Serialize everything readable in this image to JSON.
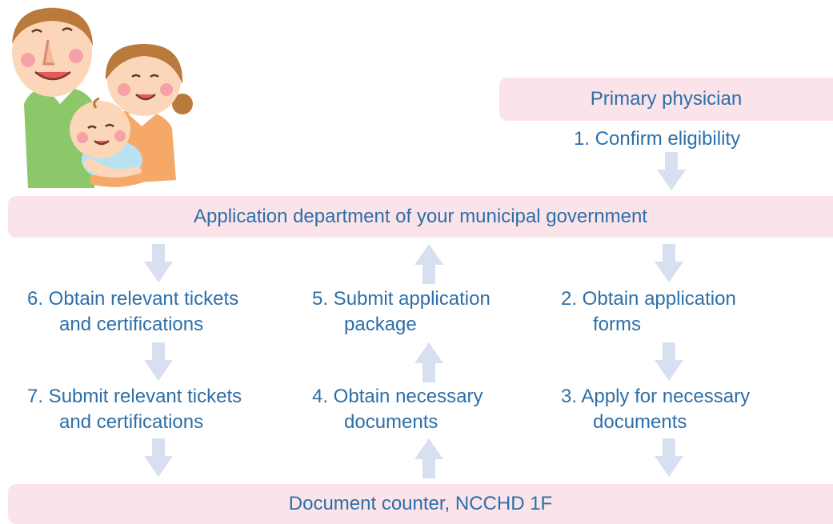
{
  "diagram": {
    "colors": {
      "band": "#fbe3ea",
      "arrow": "#d7dff0",
      "text": "#2d6fa8"
    },
    "bands": {
      "physician": "Primary physician",
      "municipal": "Application department of your municipal government",
      "counter": "Document counter, NCCHD 1F"
    },
    "steps": {
      "s1": {
        "line1": "1. Confirm eligibility"
      },
      "s2": {
        "line1": "2. Obtain application",
        "line2": "forms"
      },
      "s3": {
        "line1": "3. Apply for necessary",
        "line2": "documents"
      },
      "s4": {
        "line1": "4. Obtain necessary",
        "line2": "documents"
      },
      "s5": {
        "line1": "5. Submit application",
        "line2": "package"
      },
      "s6": {
        "line1": "6. Obtain relevant tickets",
        "line2": "and certifications"
      },
      "s7": {
        "line1": "7. Submit relevant tickets",
        "line2": "and certifications"
      }
    },
    "illustration": "family-illustration"
  }
}
